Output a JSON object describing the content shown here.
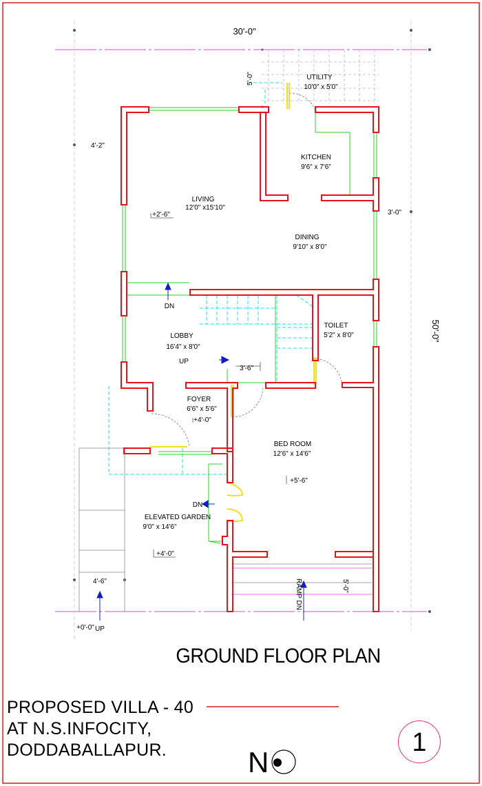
{
  "drawing": {
    "title": "GROUND FLOOR PLAN",
    "project_lines": [
      "PROPOSED VILLA - 40",
      "AT N.S.INFOCITY,",
      "DODDABALLAPUR."
    ],
    "north_label": "N",
    "sheet_number": "1"
  },
  "rooms": {
    "utility": {
      "name": "UTILITY",
      "size": "10'0\" x 5'0\""
    },
    "kitchen": {
      "name": "KITCHEN",
      "size": "9'6\" x 7'6\""
    },
    "living": {
      "name": "LIVING",
      "size": "12'0\" x15'10\""
    },
    "dining": {
      "name": "DINING",
      "size": "9'10\" x 8'0\""
    },
    "lobby": {
      "name": "LOBBY",
      "size": "16'4\" x 8'0\""
    },
    "toilet": {
      "name": "TOILET",
      "size": "5'2\" x 8'0\""
    },
    "foyer": {
      "name": "FOYER",
      "size": "6'6\" x 5'6\""
    },
    "bedroom": {
      "name": "BED ROOM",
      "size": "12'6\" x 14'6\""
    },
    "garden": {
      "name": "ELEVATED GARDEN",
      "size": "9'0\" x 14'6\""
    }
  },
  "dimensions": {
    "width": "30'-0\"",
    "length": "50'-0\"",
    "utility_depth": "5'-0\"",
    "left_setback": "4'-2\"",
    "right_setback": "3'-0\"",
    "stair_width": "3'-6\"",
    "garden_setback": "4'-6\"",
    "front_setback": "5'-0\""
  },
  "levels": {
    "living": "+2'-6\"",
    "foyer": "+4'-0\"",
    "bedroom": "+5'-6\"",
    "garden": "+4'-0\"",
    "ground": "+0'-0\""
  },
  "markers": {
    "dn_living": "DN",
    "up_lobby": "UP",
    "dn_garden": "DN",
    "up_ground": "UP",
    "ramp": "RAMP DN"
  },
  "colors": {
    "wall": "#e8111b",
    "wall_dark": "#7a1a1a",
    "window": "#2ad12a",
    "magenta": "#e040e0",
    "cyan": "#20d8e8",
    "door_frame": "#f0e020",
    "border": "#d02020",
    "arrow": "#1020c0",
    "grid": "#b0b0b0"
  }
}
